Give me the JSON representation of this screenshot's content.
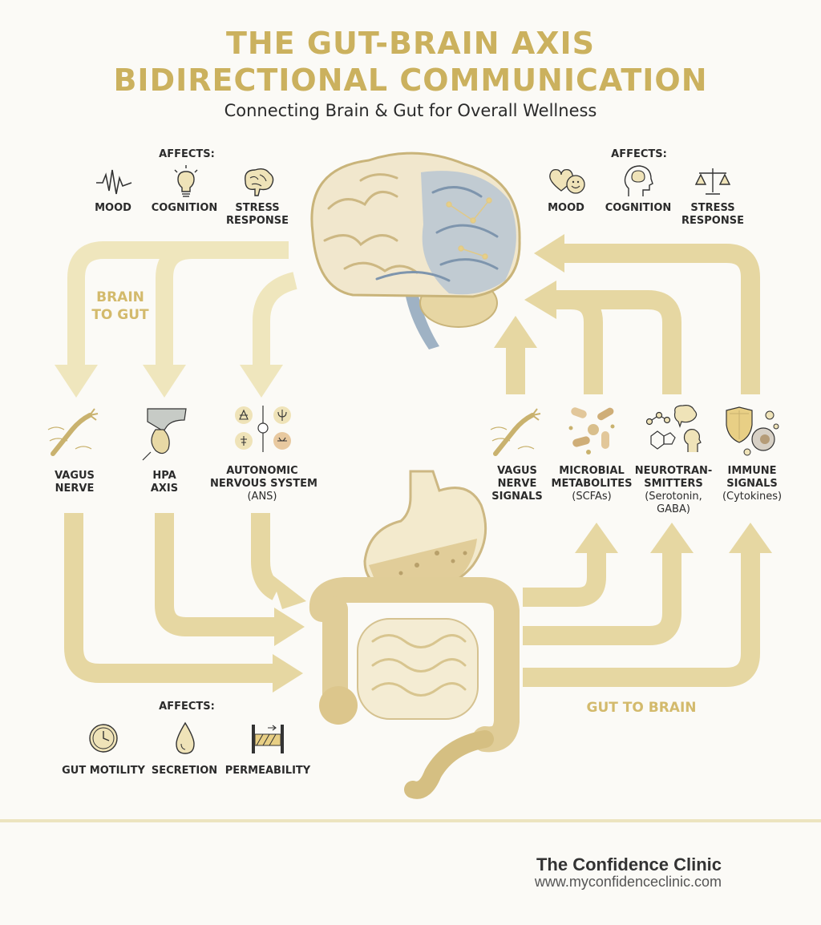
{
  "title_line1": "THE GUT-BRAIN AXIS",
  "title_line2": "BIDIRECTIONAL COMMUNICATION",
  "subtitle": "Connecting Brain & Gut for Overall Wellness",
  "brain_affects": {
    "heading": "AFFECTS:",
    "items": [
      {
        "label": "MOOD",
        "icon": "mood-wave-icon"
      },
      {
        "label": "COGNITION",
        "icon": "lightbulb-icon"
      },
      {
        "label_line1": "STRESS",
        "label_line2": "RESPONSE",
        "icon": "brain-icon"
      }
    ]
  },
  "right_affects": {
    "heading": "AFFECTS:",
    "items": [
      {
        "label": "MOOD",
        "icon": "hearts-smile-icon"
      },
      {
        "label": "COGNITION",
        "icon": "head-brain-icon"
      },
      {
        "label_line1": "STRESS",
        "label_line2": "RESPONSE",
        "icon": "balance-scale-icon"
      }
    ]
  },
  "brain_to_gut_label_line1": "BRAIN",
  "brain_to_gut_label_line2": "TO GUT",
  "gut_to_brain_label": "GUT TO BRAIN",
  "brain_to_gut_pathways": [
    {
      "line1": "VAGUS",
      "line2": "NERVE",
      "icon": "vagus-nerve-icon"
    },
    {
      "line1": "HPA",
      "line2": "AXIS",
      "icon": "adrenal-gland-icon"
    },
    {
      "line1": "AUTONOMIC",
      "line2": "NERVOUS SYSTEM",
      "line3": "(ANS)",
      "icon": "ans-symbols-icon"
    }
  ],
  "gut_to_brain_pathways": [
    {
      "line1": "VAGUS",
      "line2": "NERVE",
      "line3": "SIGNALS",
      "icon": "vagus-nerve-icon"
    },
    {
      "line1": "MICROBIAL",
      "line2": "METABOLITES",
      "line3": "(SCFAs)",
      "icon": "microbes-icon"
    },
    {
      "line1": "NEUROTRAN-",
      "line2": "SMITTERS",
      "line3": "(Serotonin,",
      "line4": "GABA)",
      "icon": "molecule-icon"
    },
    {
      "line1": "IMMUNE",
      "line2": "SIGNALS",
      "line3": "(Cytokines)",
      "icon": "shield-cell-icon"
    }
  ],
  "gut_affects": {
    "heading": "AFFECTS:",
    "items": [
      {
        "label": "GUT MOTILITY",
        "icon": "clock-icon"
      },
      {
        "label": "SECRETION",
        "icon": "droplet-icon"
      },
      {
        "label": "PERMEABILITY",
        "icon": "barrier-icon"
      }
    ]
  },
  "footer": {
    "clinic": "The Confidence Clinic",
    "url": "www.myconfidenceclinic.com"
  },
  "colors": {
    "arrow_light": "#efe6bd",
    "arrow_gold": "#e3d39a",
    "title_gold": "#cbb15e",
    "brain_blue": "#9fb2c4",
    "organ_beige": "#e9d9a8"
  }
}
